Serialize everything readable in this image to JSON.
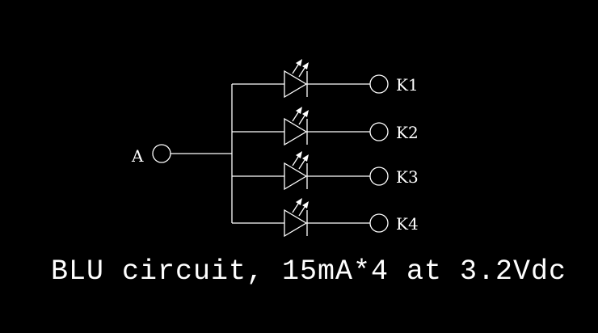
{
  "diagram": {
    "anode_label": "A",
    "cathodes": [
      {
        "label": "K1"
      },
      {
        "label": "K2"
      },
      {
        "label": "K3"
      },
      {
        "label": "K4"
      }
    ],
    "caption": "BLU circuit, 15mA*4 at 3.2Vdc",
    "colors": {
      "background": "#000000",
      "line": "#ffffff",
      "text": "#ffffff"
    }
  }
}
